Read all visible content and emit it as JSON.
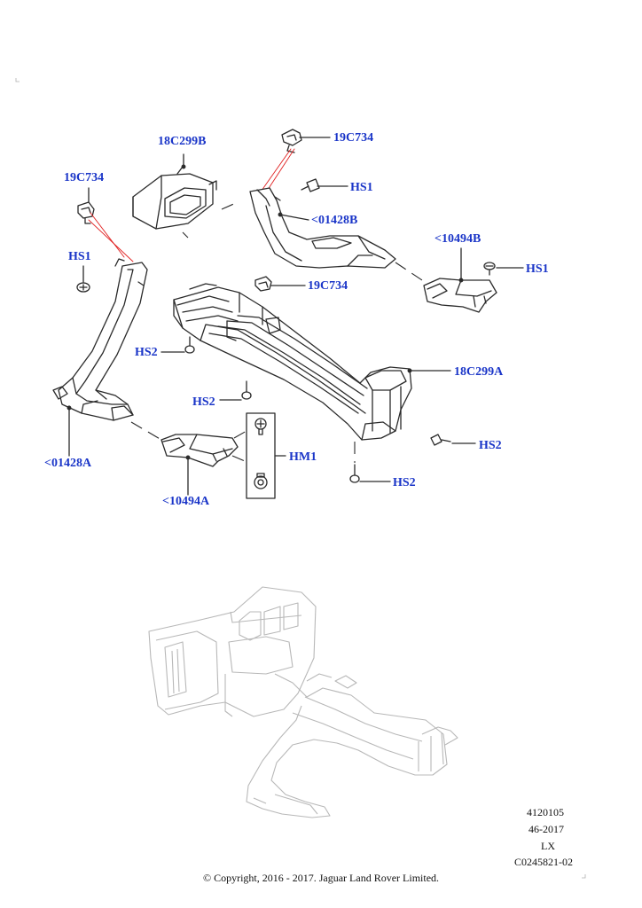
{
  "colors": {
    "callout": "#1a35c8",
    "line": "#2a2a2a",
    "leader_red": "#e02020",
    "ghost": "#b8b8b8"
  },
  "callouts": {
    "c18c299b": "18C299B",
    "c19c734_left": "19C734",
    "c19c734_top": "19C734",
    "c19c734_mid": "19C734",
    "hs1_left": "HS1",
    "hs1_top": "HS1",
    "hs1_right": "HS1",
    "c01428b": "<01428B",
    "c10494b": "<10494B",
    "c01428a": "<01428A",
    "c10494a": "<10494A",
    "c18c299a": "18C299A",
    "hs2_a": "HS2",
    "hs2_b": "HS2",
    "hs2_c": "HS2",
    "hs2_d": "HS2",
    "hm1": "HM1"
  },
  "meta": {
    "code": "4120105",
    "date": "46-2017",
    "model": "LX",
    "image_ref": "C0245821-02",
    "copyright": "© Copyright, 2016 - 2017. Jaguar Land Rover Limited."
  }
}
